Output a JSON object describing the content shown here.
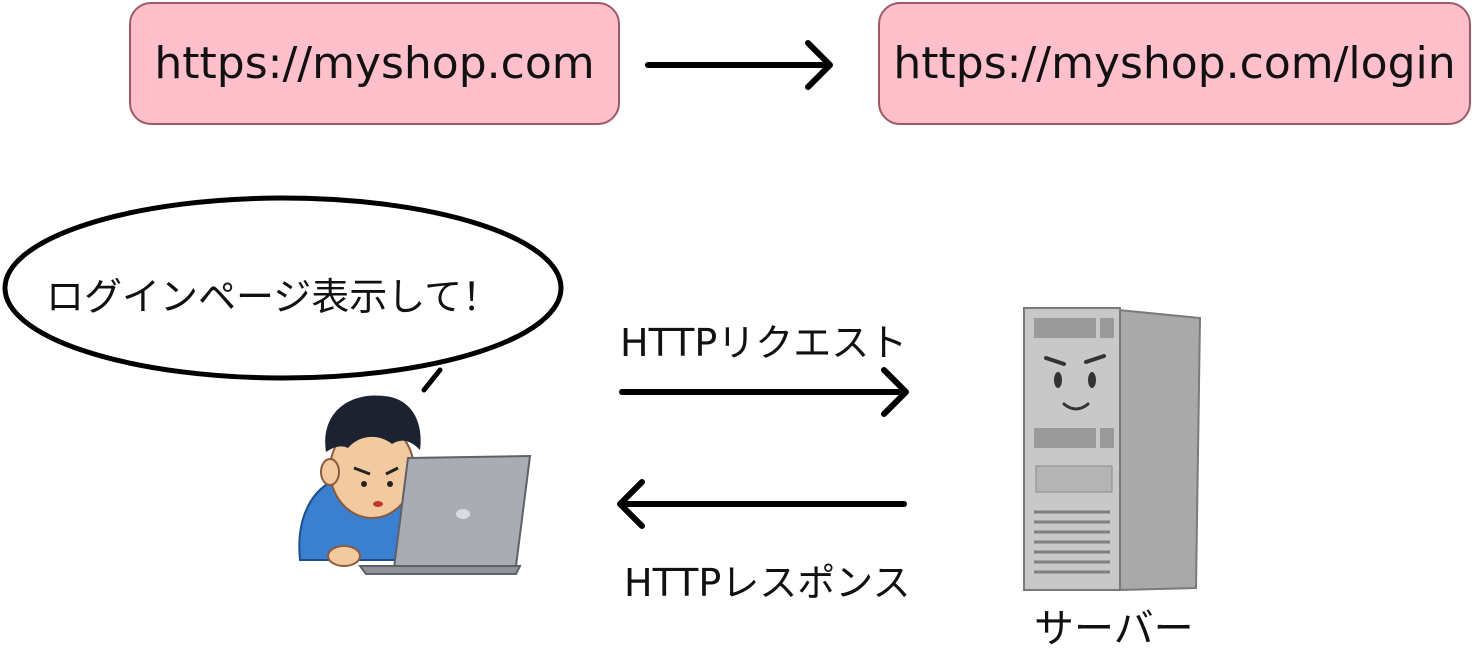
{
  "top_flow": {
    "from_url": "https://myshop.com",
    "to_url": "https://myshop.com/login"
  },
  "speech": {
    "text": "ログインページ表示して！"
  },
  "request": {
    "label": "HTTPリクエスト"
  },
  "response": {
    "label": "HTTPレスポンス"
  },
  "server": {
    "label": "サーバー"
  },
  "colors": {
    "url_box_fill": "#ffc0cb",
    "url_box_border": "#9c5a66",
    "arrow": "#000000",
    "shirt": "#3a7fd0",
    "laptop": "#a9adb3",
    "server_body": "#c8c8c8"
  },
  "icons": [
    "user-at-laptop-icon",
    "server-tower-icon",
    "arrow-right-icon",
    "arrow-left-icon"
  ]
}
